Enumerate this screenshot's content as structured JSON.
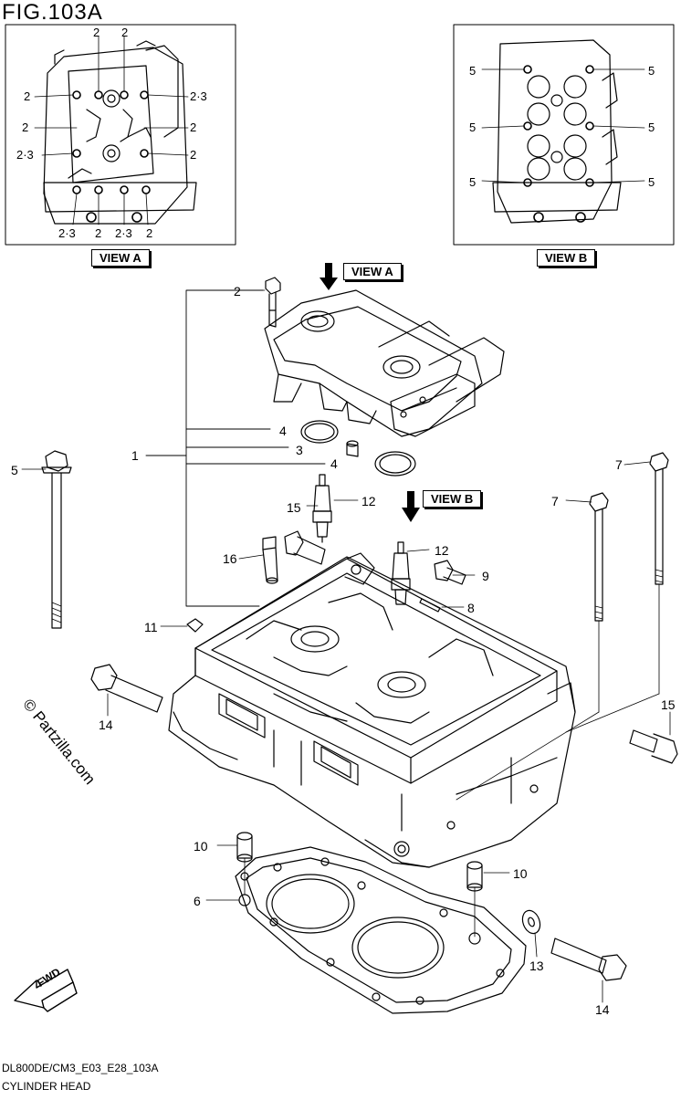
{
  "figure": {
    "id": "FIG.103A",
    "code": "DL800DE/CM3_E03_E28_103A",
    "name": "CYLINDER HEAD"
  },
  "views": {
    "a": {
      "label": "VIEW A",
      "callouts": [
        "2",
        "2",
        "2",
        "2·3",
        "2",
        "2",
        "2·3",
        "2",
        "2·3",
        "2",
        "2·3",
        "2"
      ]
    },
    "b": {
      "label": "VIEW B",
      "callouts": [
        "5",
        "5",
        "5",
        "5",
        "5",
        "5"
      ]
    },
    "view_a_arrow_label": "VIEW A",
    "view_b_arrow_label": "VIEW B"
  },
  "parts": [
    {
      "id": "1",
      "label": "1"
    },
    {
      "id": "2",
      "label": "2"
    },
    {
      "id": "3",
      "label": "3"
    },
    {
      "id": "4a",
      "label": "4"
    },
    {
      "id": "4b",
      "label": "4"
    },
    {
      "id": "5",
      "label": "5"
    },
    {
      "id": "6",
      "label": "6"
    },
    {
      "id": "7a",
      "label": "7"
    },
    {
      "id": "7b",
      "label": "7"
    },
    {
      "id": "8",
      "label": "8"
    },
    {
      "id": "9",
      "label": "9"
    },
    {
      "id": "10a",
      "label": "10"
    },
    {
      "id": "10b",
      "label": "10"
    },
    {
      "id": "11",
      "label": "11"
    },
    {
      "id": "12a",
      "label": "12"
    },
    {
      "id": "12b",
      "label": "12"
    },
    {
      "id": "13",
      "label": "13"
    },
    {
      "id": "14a",
      "label": "14"
    },
    {
      "id": "14b",
      "label": "14"
    },
    {
      "id": "15a",
      "label": "15"
    },
    {
      "id": "15b",
      "label": "15"
    },
    {
      "id": "16",
      "label": "16"
    }
  ],
  "fwd_label": "FWD",
  "watermark": "© Partzilla.com"
}
